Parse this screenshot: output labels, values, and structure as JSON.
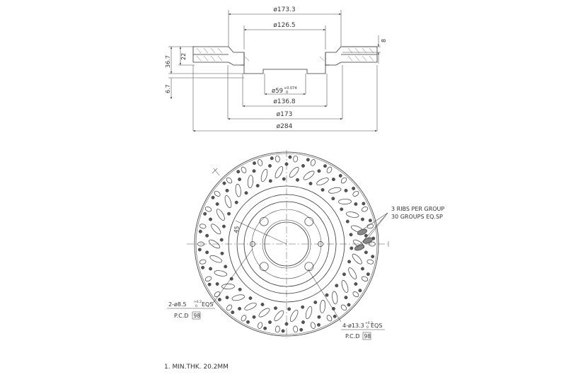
{
  "side_view": {
    "dim_outer_hat": "ø173.3",
    "dim_inner_hat": "ø126.5",
    "dim_thickness_right": "8",
    "dim_height_22": "22",
    "dim_height_367": "36.7",
    "dim_offset": "6.7",
    "dim_center_bore": "ø59",
    "dim_center_bore_tol_upper": "+0.074",
    "dim_center_bore_tol_lower": "0",
    "dim_1368": "ø136.8",
    "dim_173": "ø173",
    "dim_284": "ø284"
  },
  "front_view": {
    "angle_label": "45",
    "ribs_note_line1": "3 RIBS PER GROUP",
    "ribs_note_line2": "30 GROUPS EQ.SP",
    "hole_note_left": "2-ø8.5",
    "hole_note_left_tol": "+0.2",
    "hole_note_left_tol2": "0",
    "hole_note_left_suffix": "EQS",
    "pcd_left_label": "P.C.D",
    "pcd_left_value": "98",
    "hole_note_right": "4-ø13.3",
    "hole_note_right_tol": "+0.2",
    "hole_note_right_tol2": "0",
    "hole_note_right_suffix": "EQS",
    "pcd_right_label": "P.C.D",
    "pcd_right_value": "98"
  },
  "notes": {
    "min_thickness": "1. MIN.THK. 20.2MM"
  }
}
